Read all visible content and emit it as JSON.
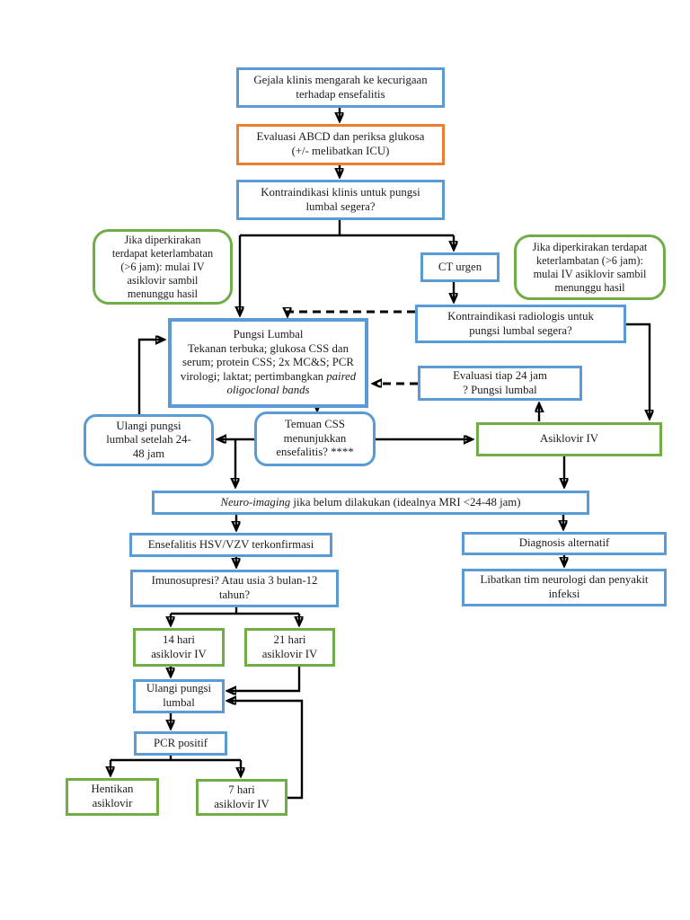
{
  "colors": {
    "box_blue": "#5B9BD5",
    "box_orange": "#ED7D31",
    "box_green": "#70AD47",
    "connector": "#000000",
    "background": "#FFFFFF",
    "text": "#1B1B1B"
  },
  "nodes": {
    "gejala": "Gejala klinis mengarah ke kecurigaan\nterhadap ensefalitis",
    "evaluasi_abcd": "Evaluasi ABCD dan periksa glukosa\n(+/- melibatkan ICU)",
    "kontra_klinis": "Kontraindikasi klinis untuk pungsi\nlumbal segera?",
    "jika_kiri": "Jika diperkirakan\nterdapat keterlambatan\n(>6 jam): mulai IV\nasiklovir sambil\nmenunggu hasil",
    "ct_urgen": "CT urgen",
    "jika_kanan": "Jika diperkirakan terdapat\nketerlambatan (>6 jam):\nmulai IV asiklovir sambil\nmenunggu hasil",
    "kontra_radiologis": "Kontraindikasi radiologis untuk\npungsi lumbal segera?",
    "pungsi_title": "Pungsi Lumbal",
    "pungsi_body": "Tekanan terbuka; glukosa CSS dan serum; protein CSS; 2x MC&S; PCR virologi; laktat; pertimbangkan ",
    "pungsi_italic": "paired oligoclonal bands",
    "evaluasi_24": "Evaluasi tiap 24 jam\n? Pungsi lumbal",
    "ulangi_24": "Ulangi pungsi\nlumbal setelah 24-\n48 jam",
    "temuan_css": "Temuan CSS\nmenunjukkan\nensefalitis? ****",
    "asiklovir_iv": "Asiklovir IV",
    "neuro_italic": "Neuro-imaging",
    "neuro_rest": " jika belum dilakukan (idealnya MRI <24-48 jam)",
    "ensefalitis_hsv": "Ensefalitis HSV/VZV terkonfirmasi",
    "diagnosis_alt": "Diagnosis alternatif",
    "imunosupresi": "Imunosupresi? Atau usia 3 bulan-12\ntahun?",
    "libatkan": "Libatkan tim neurologi dan penyakit\ninfeksi",
    "hari14": "14 hari\nasiklovir IV",
    "hari21": "21 hari\nasiklovir IV",
    "ulangi_pungsi": "Ulangi pungsi\nlumbal",
    "pcr_positif": "PCR positif",
    "hentikan": "Hentikan\nasiklovir",
    "hari7": "7 hari\nasiklovir IV"
  }
}
